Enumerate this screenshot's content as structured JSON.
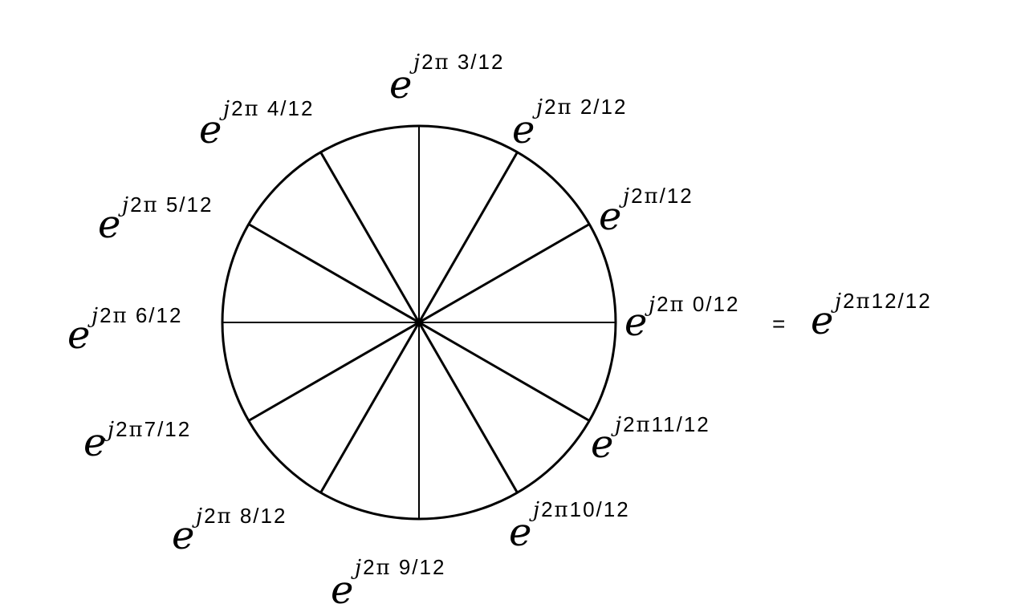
{
  "roots": [
    {
      "id": "root-0",
      "base": "e",
      "j": "j",
      "two": "2",
      "pi": "π",
      "frac": " 0/12"
    },
    {
      "id": "root-1",
      "base": "e",
      "j": "j",
      "two": "2",
      "pi": "π",
      "frac": "/12"
    },
    {
      "id": "root-2",
      "base": "e",
      "j": "j",
      "two": "2",
      "pi": "π",
      "frac": " 2/12"
    },
    {
      "id": "root-3",
      "base": "e",
      "j": "j",
      "two": "2",
      "pi": "π",
      "frac": " 3/12"
    },
    {
      "id": "root-4",
      "base": "e",
      "j": "j",
      "two": "2",
      "pi": "π",
      "frac": " 4/12"
    },
    {
      "id": "root-5",
      "base": "e",
      "j": "j",
      "two": "2",
      "pi": "π",
      "frac": " 5/12"
    },
    {
      "id": "root-6",
      "base": "e",
      "j": "j",
      "two": "2",
      "pi": "π",
      "frac": " 6/12"
    },
    {
      "id": "root-7",
      "base": "e",
      "j": "j",
      "two": "2",
      "pi": "π",
      "frac": "7/12"
    },
    {
      "id": "root-8",
      "base": "e",
      "j": "j",
      "two": "2",
      "pi": "π",
      "frac": " 8/12"
    },
    {
      "id": "root-9",
      "base": "e",
      "j": "j",
      "two": "2",
      "pi": "π",
      "frac": " 9/12"
    },
    {
      "id": "root-10",
      "base": "e",
      "j": "j",
      "two": "2",
      "pi": "π",
      "frac": "10/12"
    },
    {
      "id": "root-11",
      "base": "e",
      "j": "j",
      "two": "2",
      "pi": "π",
      "frac": "11/12"
    }
  ],
  "equality": {
    "equals": "=",
    "rhs": {
      "base": "e",
      "j": "j",
      "two": "2",
      "pi": "π",
      "frac": "12/12"
    }
  }
}
